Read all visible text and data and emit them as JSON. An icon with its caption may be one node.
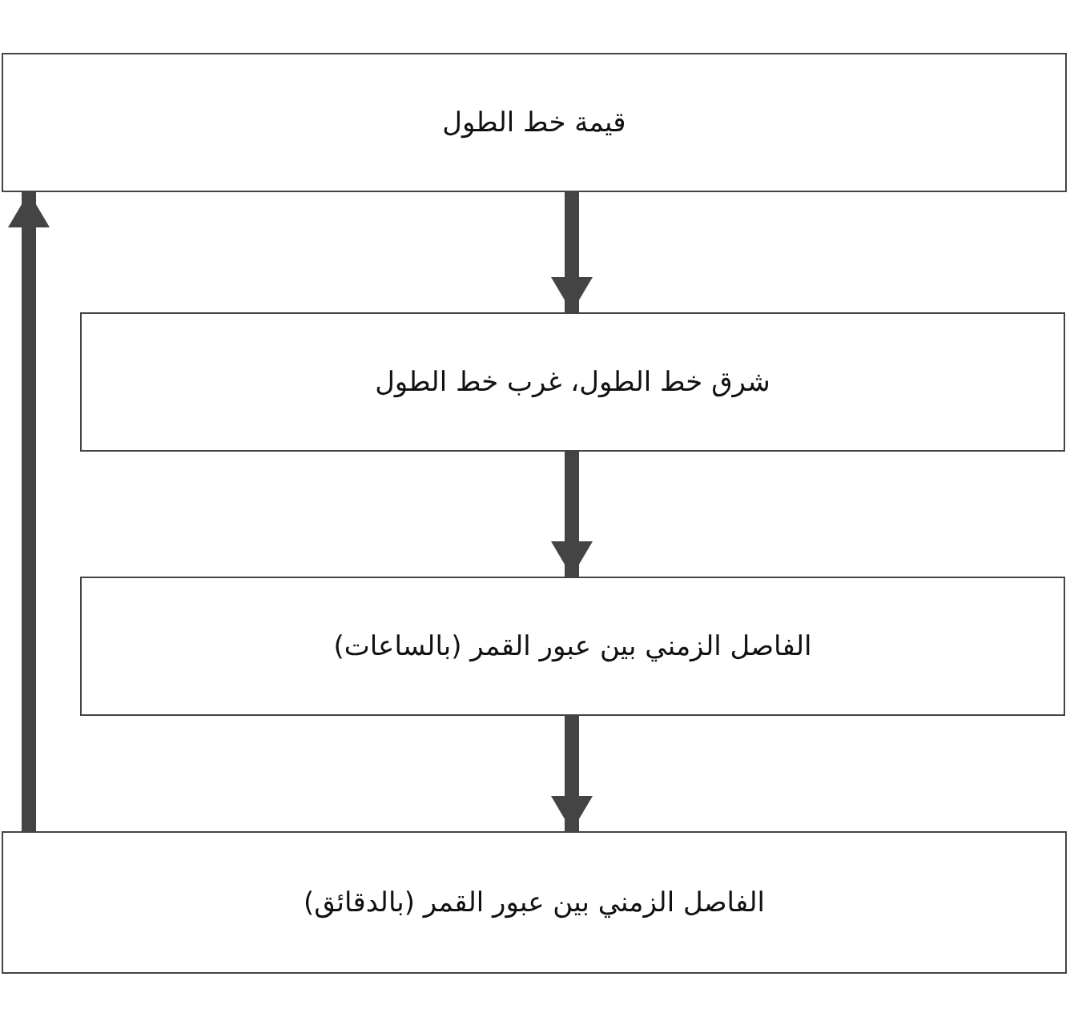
{
  "diagram": {
    "nodes": [
      {
        "text": [
          "قيمة خط الطول"
        ]
      },
      {
        "text": [
          "شرق خط الطول، غرب خط الطول"
        ]
      },
      {
        "text": [
          "الفاصل الزمني بين عبور القمر (بالساعات)"
        ]
      },
      {
        "text": [
          "الفاصل الزمني بين عبور القمر (بالدقائق)"
        ]
      }
    ],
    "edges": [
      {
        "from": 0,
        "to": 1,
        "arrow": "to"
      },
      {
        "from": 1,
        "to": 2,
        "arrow": "to"
      },
      {
        "from": 2,
        "to": 3,
        "arrow": "to"
      },
      {
        "from": 3,
        "to": 0,
        "arrow": "to"
      }
    ]
  }
}
